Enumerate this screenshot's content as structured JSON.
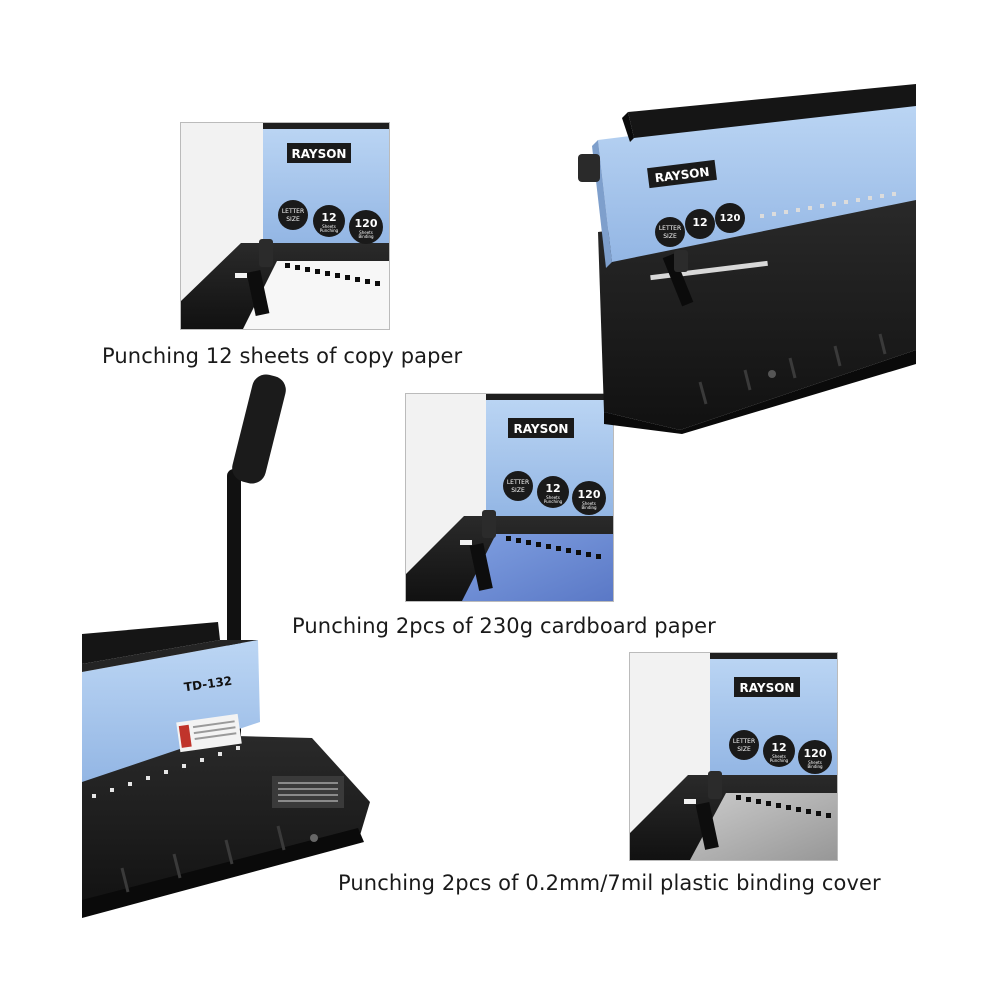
{
  "brand": "RAYSON",
  "model": "TD-132",
  "badges": {
    "size_line1": "LETTER",
    "size_line2": "SIZE",
    "sheets_value": "12",
    "sheets_label1": "Sheets",
    "sheets_label2": "Punching",
    "binding_value": "120",
    "binding_label1": "Sheets",
    "binding_label2": "Binding"
  },
  "captions": {
    "copy_paper": "Punching 12 sheets of copy paper",
    "cardboard": "Punching 2pcs of 230g cardboard paper",
    "plastic_cover": "Punching 2pcs of 0.2mm/7mil plastic binding cover"
  },
  "colors": {
    "body_blue": "#a9c9ee",
    "base_black": "#1c1c1c",
    "card_blue": "#6e8fd4",
    "plastic_gray": "#b8b8b8"
  }
}
